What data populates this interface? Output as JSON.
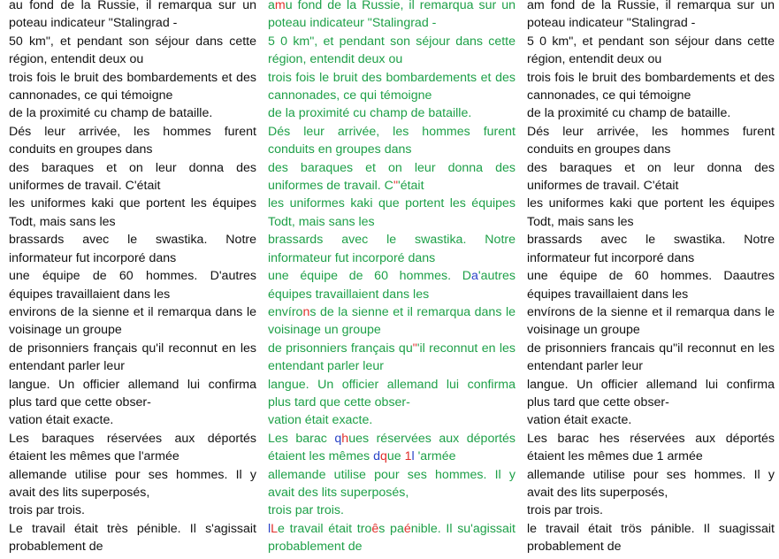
{
  "colors": {
    "text": "#111111",
    "match": "#1ea048",
    "insertion": "#e0302c",
    "deletion": "#2a44c8"
  },
  "left": [
    {
      "t": "au fond de la Russie, il remarqua sur un",
      "j": true
    },
    {
      "t": "poteau indicateur \"Stalingrad -"
    },
    {
      "t": "50 km\", et pendant son séjour dans cette",
      "j": true
    },
    {
      "t": "région, entendit deux ou"
    },
    {
      "t": "trois fois le bruit des bombardements et des",
      "j": true
    },
    {
      "t": "cannonades, ce qui témoigne"
    },
    {
      "t": "de la proximité cu champ de bataille."
    },
    {
      "t": "Dés leur arrivée, les hommes furent",
      "j": true
    },
    {
      "t": "conduits en groupes dans"
    },
    {
      "t": "des baraques et on leur donna des",
      "j": true
    },
    {
      "t": "uniformes de travail. C'était"
    },
    {
      "t": "les uniformes kaki que portent les équipes",
      "j": true
    },
    {
      "t": "Todt, mais sans les"
    },
    {
      "t": "brassards avec le swastika. Notre",
      "j": true
    },
    {
      "t": "informateur fut incorporé dans"
    },
    {
      "t": "une équipe de 60 hommes. D'autres",
      "j": true
    },
    {
      "t": "équipes travaillaient dans les"
    },
    {
      "t": "environs de la sienne et il remarqua dans le",
      "j": true
    },
    {
      "t": "voisinage un groupe"
    },
    {
      "t": "de prisonniers français qu'il reconnut en les",
      "j": true
    },
    {
      "t": "entendant parler leur"
    },
    {
      "t": "langue. Un officier allemand lui confirma",
      "j": true
    },
    {
      "t": "plus tard que cette obser-"
    },
    {
      "t": "vation était exacte."
    },
    {
      "t": "Les baraques réservées aux déportés",
      "j": true
    },
    {
      "t": "étaient les mêmes que l'armée"
    },
    {
      "t": "allemande utilise pour ses hommes. Il y",
      "j": true
    },
    {
      "t": "avait des lits superposés,"
    },
    {
      "t": "trois par trois."
    },
    {
      "t": "Le travail était très pénible. Il s'agissait",
      "j": true
    },
    {
      "t": "probablement de"
    }
  ],
  "middle": [
    {
      "j": true,
      "segs": [
        [
          "",
          "a"
        ],
        [
          "i",
          "m"
        ],
        [
          "",
          "u fond de la Russie, il remarqua sur un"
        ]
      ]
    },
    {
      "segs": [
        [
          "",
          "poteau indicateur \"Stalingrad -"
        ]
      ]
    },
    {
      "j": true,
      "segs": [
        [
          "",
          "5 0 km\", et pendant son séjour dans cette"
        ]
      ]
    },
    {
      "segs": [
        [
          "",
          "région, entendit deux ou"
        ]
      ]
    },
    {
      "j": true,
      "segs": [
        [
          "",
          "trois fois le bruit des bombardements et des"
        ]
      ]
    },
    {
      "segs": [
        [
          "",
          "cannonades, ce qui témoigne"
        ]
      ]
    },
    {
      "segs": [
        [
          "",
          "de la proximité cu champ de bataille."
        ]
      ]
    },
    {
      "j": true,
      "segs": [
        [
          "",
          "Dés leur arrivée, les hommes furent"
        ]
      ]
    },
    {
      "segs": [
        [
          "",
          "conduits en groupes dans"
        ]
      ]
    },
    {
      "j": true,
      "segs": [
        [
          "",
          "des baraques et on leur donna des"
        ]
      ]
    },
    {
      "segs": [
        [
          "",
          "uniformes de travail. C"
        ],
        [
          "i",
          "\""
        ],
        [
          "",
          "'était"
        ]
      ]
    },
    {
      "j": true,
      "segs": [
        [
          "",
          "les uniformes kaki que portent les équipes"
        ]
      ]
    },
    {
      "segs": [
        [
          "",
          "Todt, mais sans les"
        ]
      ]
    },
    {
      "j": true,
      "segs": [
        [
          "",
          "brassards avec le swastika. Notre"
        ]
      ]
    },
    {
      "segs": [
        [
          "",
          "informateur fut incorporé dans"
        ]
      ]
    },
    {
      "j": true,
      "segs": [
        [
          "",
          "une équipe de 60 hommes. D"
        ],
        [
          "d",
          "a"
        ],
        [
          "",
          "'autres"
        ]
      ]
    },
    {
      "segs": [
        [
          "",
          "équipes travaillaient dans les"
        ]
      ]
    },
    {
      "j": true,
      "segs": [
        [
          "",
          "envíro"
        ],
        [
          "i",
          "n"
        ],
        [
          "",
          "s de la sienne et il remarqua dans le"
        ]
      ]
    },
    {
      "segs": [
        [
          "",
          "voisinage un groupe"
        ]
      ]
    },
    {
      "j": true,
      "segs": [
        [
          "",
          "de prisonniers français qu"
        ],
        [
          "i",
          "\""
        ],
        [
          "",
          "'il reconnut en les"
        ]
      ]
    },
    {
      "segs": [
        [
          "",
          "entendant parler leur"
        ]
      ]
    },
    {
      "j": true,
      "segs": [
        [
          "",
          "langue. Un officier allemand lui confirma"
        ]
      ]
    },
    {
      "segs": [
        [
          "",
          "plus tard que cette obser-"
        ]
      ]
    },
    {
      "segs": [
        [
          "",
          "vation était exacte."
        ]
      ]
    },
    {
      "j": true,
      "segs": [
        [
          "",
          "Les barac "
        ],
        [
          "d",
          "q"
        ],
        [
          "i",
          "h"
        ],
        [
          "",
          "ues réservées aux déportés"
        ]
      ]
    },
    {
      "segs": [
        [
          "",
          "étaient les mêmes "
        ],
        [
          "d",
          "d"
        ],
        [
          "i",
          "q"
        ],
        [
          "",
          "ue "
        ],
        [
          "i",
          "1"
        ],
        [
          "d",
          "l"
        ],
        [
          "",
          " 'armée"
        ]
      ]
    },
    {
      "j": true,
      "segs": [
        [
          "",
          "allemande utilise pour ses hommes. Il y"
        ]
      ]
    },
    {
      "segs": [
        [
          "",
          "avait des lits superposés,"
        ]
      ]
    },
    {
      "segs": [
        [
          "",
          "trois par trois."
        ]
      ]
    },
    {
      "j": true,
      "segs": [
        [
          "d",
          "l"
        ],
        [
          "i",
          "L"
        ],
        [
          "",
          "e travail était tro"
        ],
        [
          "i",
          "ê"
        ],
        [
          "",
          "s pa"
        ],
        [
          "i",
          "é"
        ],
        [
          "",
          "nible. Il su'agissait"
        ]
      ]
    },
    {
      "segs": [
        [
          "",
          "probablement de"
        ]
      ]
    }
  ],
  "right": [
    {
      "t": "am fond de la Russie, il remarqua sur un",
      "j": true
    },
    {
      "t": "poteau indicateur \"Stalingrad -"
    },
    {
      "t": "5 0 km\", et pendant son séjour dans cette",
      "j": true
    },
    {
      "t": "région, entendit deux ou"
    },
    {
      "t": "trois fois le bruit des bombardements et des",
      "j": true
    },
    {
      "t": "cannonades, ce qui témoigne"
    },
    {
      "t": "de la proximité cu champ de bataille."
    },
    {
      "t": "Dés leur arrivée, les hommes furent",
      "j": true
    },
    {
      "t": "conduits en groupes dans"
    },
    {
      "t": "des baraques et on leur donna des",
      "j": true
    },
    {
      "t": "uniformes de travail. C'était"
    },
    {
      "t": "les uniformes kaki que portent les équipes",
      "j": true
    },
    {
      "t": "Todt, mais sans les"
    },
    {
      "t": "brassards avec le swastika. Notre",
      "j": true
    },
    {
      "t": "informateur fut incorporé dans"
    },
    {
      "t": "une équipe de 60 hommes. Daautres",
      "j": true
    },
    {
      "t": "équipes travaillaient dans les"
    },
    {
      "t": "envírons de la sienne et il remarqua dans le",
      "j": true
    },
    {
      "t": "voisinage un groupe"
    },
    {
      "t": "de prisonniers francais qu\"il reconnut en les",
      "j": true
    },
    {
      "t": "entendant parler leur"
    },
    {
      "t": "langue. Un officier allemand lui confirma",
      "j": true
    },
    {
      "t": "plus tard que cette obser-"
    },
    {
      "t": "vation était exacte."
    },
    {
      "t": "Les barac hes réservées aux déportés",
      "j": true
    },
    {
      "t": "étaient les mêmes due 1 armée"
    },
    {
      "t": "allemande utilise pour ses hommes. Il y",
      "j": true
    },
    {
      "t": "avait des lits superposés,"
    },
    {
      "t": "trois par trois."
    },
    {
      "t": "le travail était trös pánible. Il suagissait",
      "j": true
    },
    {
      "t": "probablement de"
    }
  ]
}
